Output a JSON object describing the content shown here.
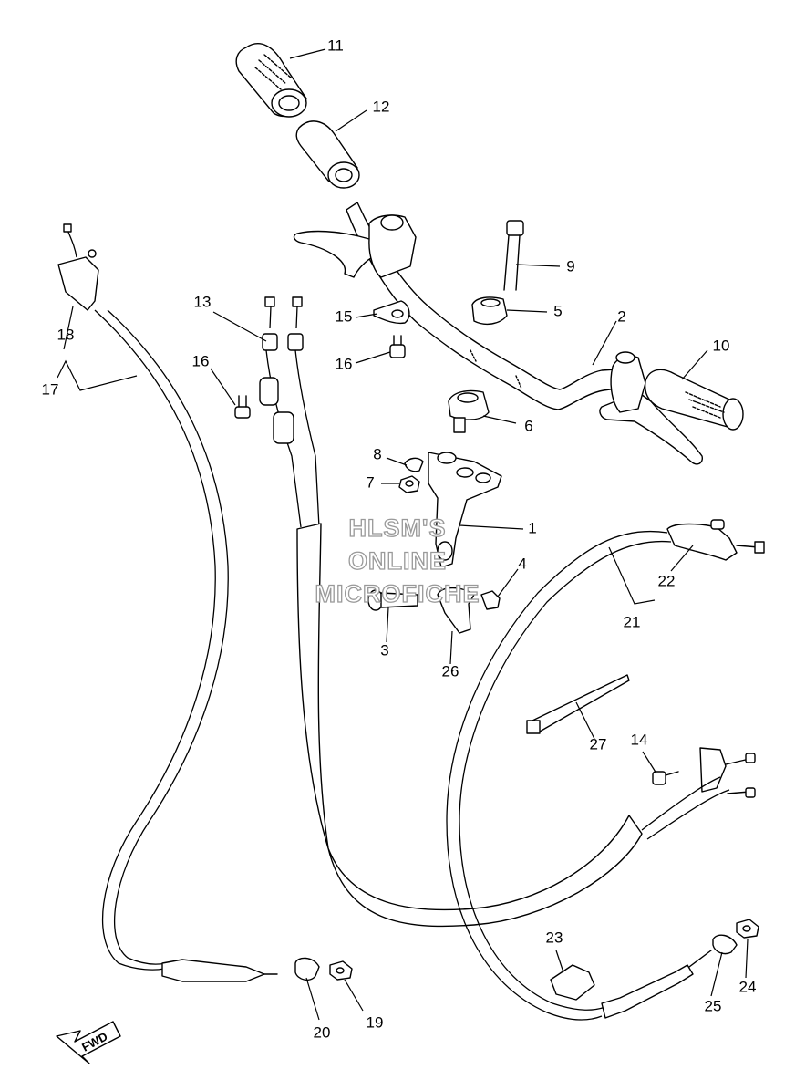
{
  "watermark": {
    "line1": "HLSM'S",
    "line2": "ONLINE",
    "line3": "MICROFICHE"
  },
  "direction_label": "FWD",
  "callouts": {
    "p1": "1",
    "p2": "2",
    "p3": "3",
    "p4": "4",
    "p5": "5",
    "p6": "6",
    "p7": "7",
    "p8": "8",
    "p9": "9",
    "p10": "10",
    "p11": "11",
    "p12": "12",
    "p13": "13",
    "p14": "14",
    "p15": "15",
    "p16a": "16",
    "p16b": "16",
    "p17": "17",
    "p18": "18",
    "p19": "19",
    "p20": "20",
    "p21": "21",
    "p22": "22",
    "p23": "23",
    "p24": "24",
    "p25": "25",
    "p26": "26",
    "p27": "27"
  }
}
